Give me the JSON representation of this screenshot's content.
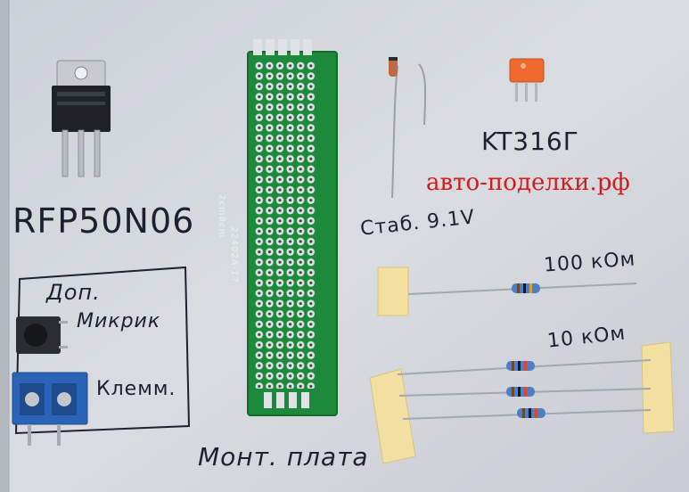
{
  "photo": {
    "watermark": "авто-поделки.рф",
    "labels": {
      "mosfet": "RFP50N06",
      "transistor": "KT316Г",
      "zener": "Стаб. 9.1V",
      "r100k": "100 кОм",
      "r10k": "10 кОм",
      "extra": "Доп.",
      "button": "Микрик",
      "terminal": "Клемм.",
      "board": "Монт. плата"
    },
    "pcb_text": {
      "size": "2cm8cm",
      "code": "22402A-17"
    },
    "colors": {
      "paper": "#d4d8dd",
      "pcb_green": "#1c8a3a",
      "pad_silver": "#d9dde0",
      "tape_yellow": "#f3dfa0",
      "terminal_blue": "#2a63b8",
      "watermark_red": "#d41a1a"
    }
  }
}
